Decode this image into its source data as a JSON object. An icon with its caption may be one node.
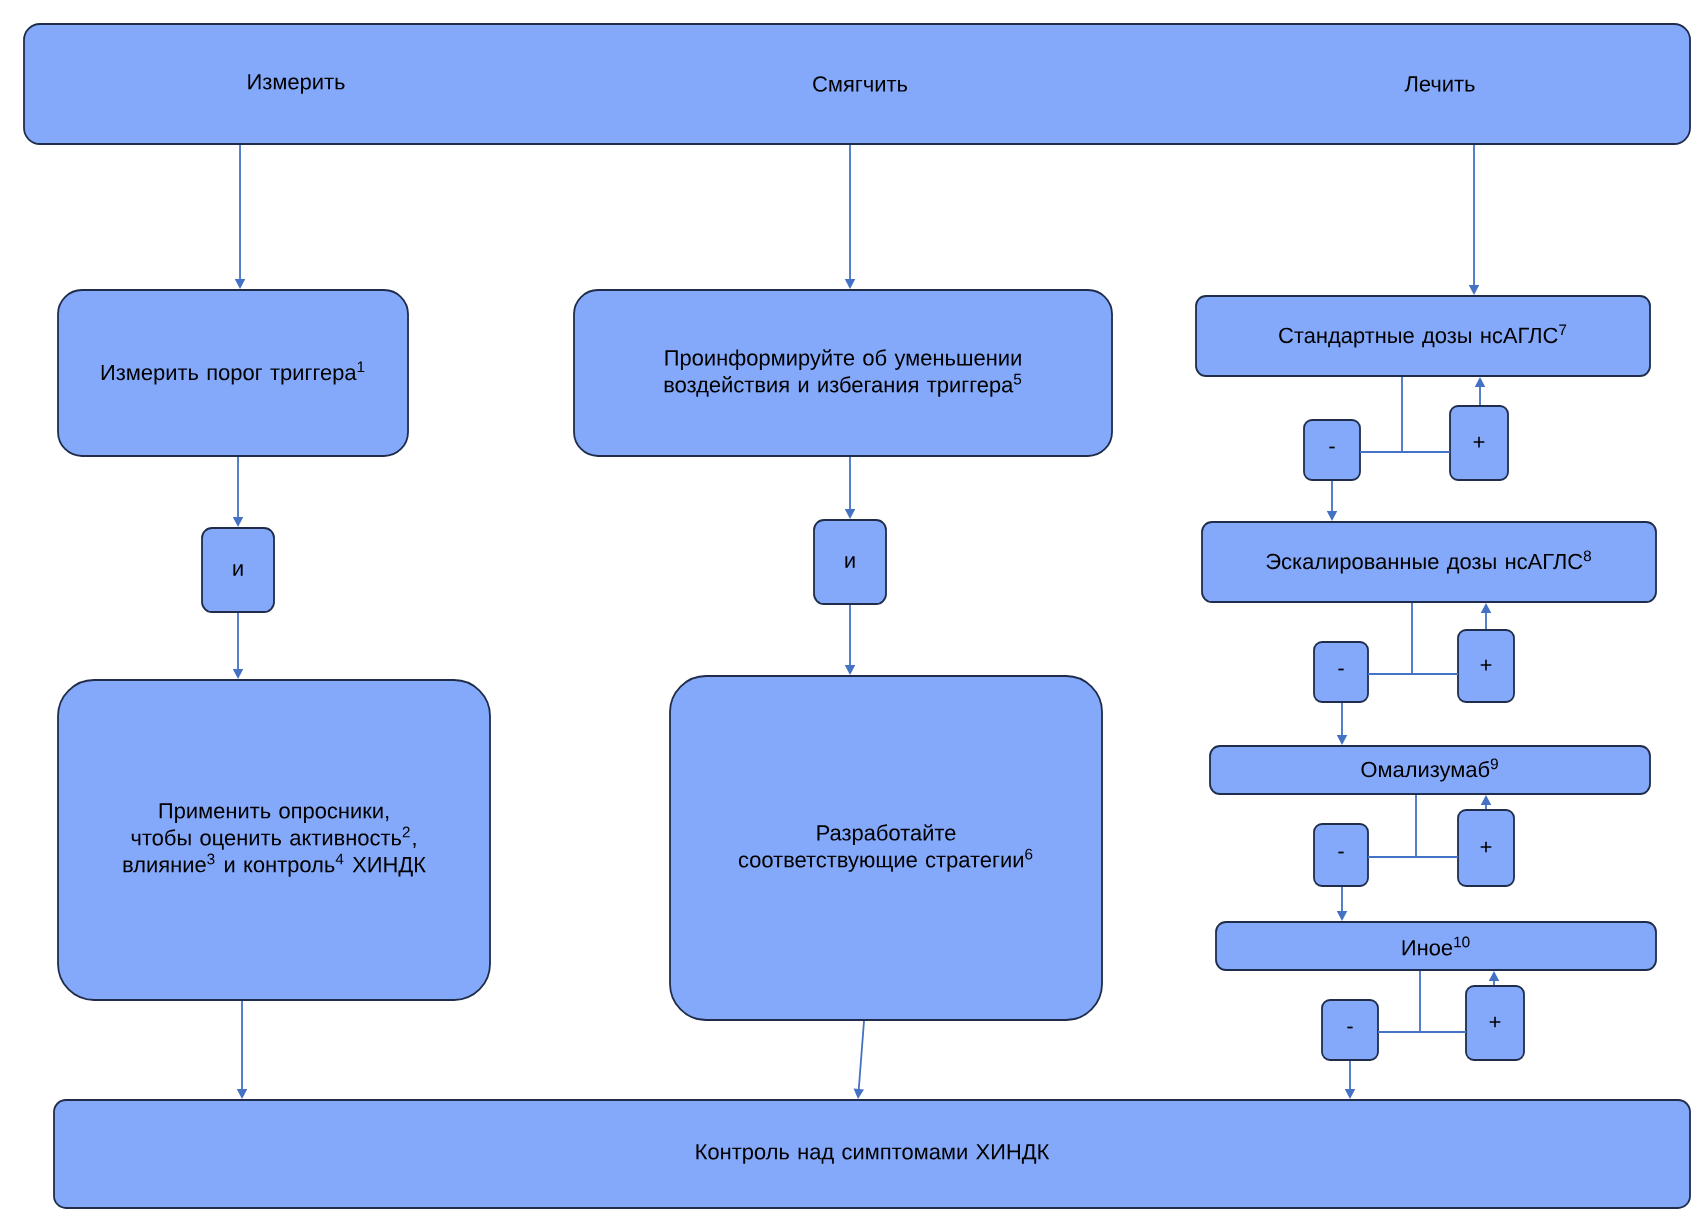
{
  "diagram": {
    "nodes": [
      {
        "text": [
          "Измерить",
          "Смягчить",
          "Лечить"
        ]
      },
      {
        "text": [
          "Измерить порог триггера$^{1}$"
        ]
      },
      {
        "text": [
          "и"
        ]
      },
      {
        "text": [
          "Применить опросники, чтобы оценить активность$^{2}$, влияние$^{3}$ и контроль$^{4}$ ХИНДК"
        ]
      },
      {
        "text": [
          "Проинформируйте об уменьшении воздействия и избегания триггера$^{5}$"
        ]
      },
      {
        "text": [
          "и"
        ]
      },
      {
        "text": [
          "Разработайте соответствующие стратегии$^{6}$"
        ]
      },
      {
        "text": [
          "Стандартные дозы нсАГЛС$^{7}$"
        ]
      },
      {
        "text": [
          "-"
        ]
      },
      {
        "text": [
          "+"
        ]
      },
      {
        "text": [
          "Эскалированные дозы нсАГЛС$^{8}$"
        ]
      },
      {
        "text": [
          "-"
        ]
      },
      {
        "text": [
          "+"
        ]
      },
      {
        "text": [
          "Омализумаб$^{9}$"
        ]
      },
      {
        "text": [
          "-"
        ]
      },
      {
        "text": [
          "+"
        ]
      },
      {
        "text": [
          "Иное$^{10}$"
        ]
      },
      {
        "text": [
          "-"
        ]
      },
      {
        "text": [
          "+"
        ]
      },
      {
        "text": [
          "Контроль над симптомами ХИНДК"
        ]
      }
    ],
    "edges": [
      {
        "from": 0,
        "to": 1,
        "arrow": "to"
      },
      {
        "from": 0,
        "to": 4,
        "arrow": "to"
      },
      {
        "from": 0,
        "to": 7,
        "arrow": "to"
      },
      {
        "from": 1,
        "to": 2,
        "arrow": "to"
      },
      {
        "from": 2,
        "to": 3,
        "arrow": "to"
      },
      {
        "from": 4,
        "to": 5,
        "arrow": "to"
      },
      {
        "from": 5,
        "to": 6,
        "arrow": "to"
      },
      {
        "from": 3,
        "to": 19,
        "arrow": "to"
      },
      {
        "from": 6,
        "to": 19,
        "arrow": "to"
      },
      {
        "from": 7,
        "to": 8,
        "arrow": "none"
      },
      {
        "from": 7,
        "to": 9,
        "arrow": "none"
      },
      {
        "from": 9,
        "to": 7,
        "arrow": "to"
      },
      {
        "from": 8,
        "to": 10,
        "arrow": "to"
      },
      {
        "from": 10,
        "to": 11,
        "arrow": "none"
      },
      {
        "from": 10,
        "to": 12,
        "arrow": "none"
      },
      {
        "from": 12,
        "to": 10,
        "arrow": "to"
      },
      {
        "from": 11,
        "to": 13,
        "arrow": "to"
      },
      {
        "from": 13,
        "to": 14,
        "arrow": "none"
      },
      {
        "from": 13,
        "to": 15,
        "arrow": "none"
      },
      {
        "from": 15,
        "to": 13,
        "arrow": "to"
      },
      {
        "from": 14,
        "to": 16,
        "arrow": "to"
      },
      {
        "from": 16,
        "to": 17,
        "arrow": "none"
      },
      {
        "from": 16,
        "to": 18,
        "arrow": "none"
      },
      {
        "from": 18,
        "to": 16,
        "arrow": "to"
      },
      {
        "from": 17,
        "to": 19,
        "arrow": "to"
      }
    ]
  }
}
